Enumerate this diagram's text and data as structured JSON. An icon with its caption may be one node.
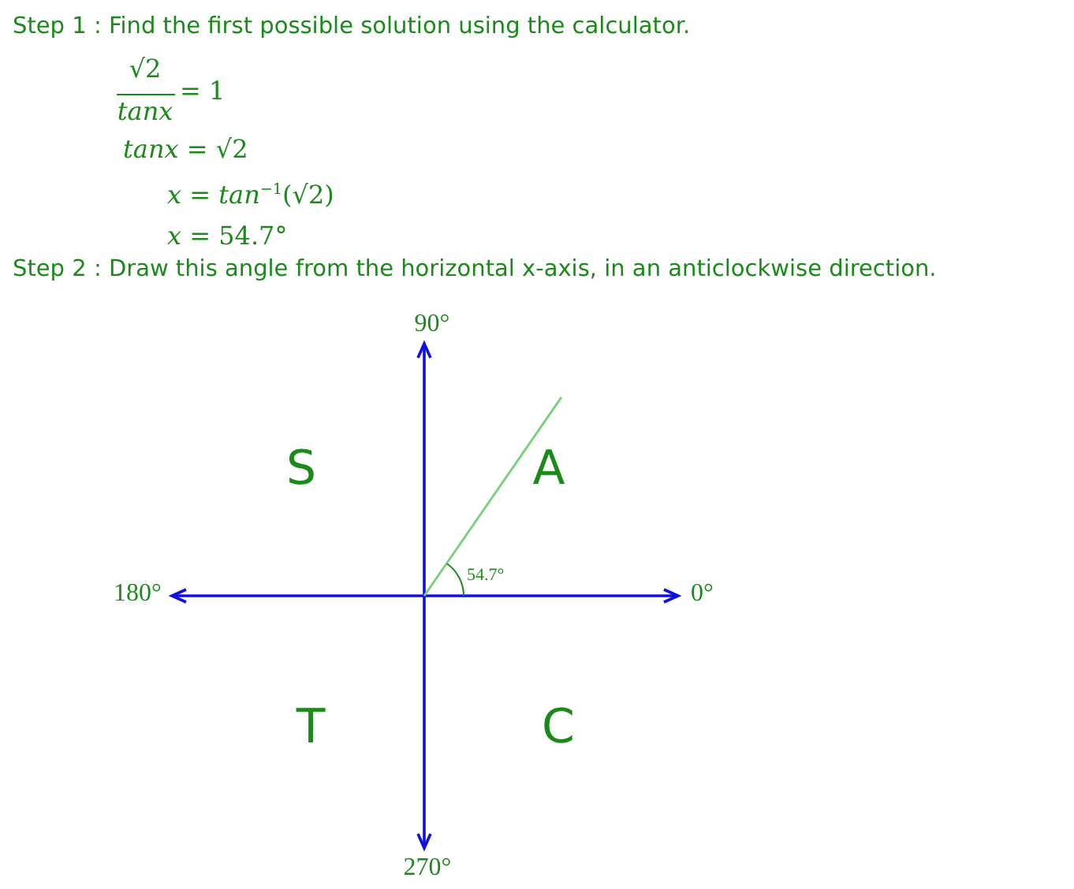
{
  "diagram": {
    "labels": [
      "Step 1 : Find the first possible solution using the calculator.",
      "√2",
      "*tanx*",
      "= 1",
      "*tanx* = √2",
      "*x* = *tan*$^{−1}$(√2)",
      "*x* = 54.7°",
      "Step 2 : Draw this angle from the horizontal x-axis, in an anticlockwise direction.",
      "90°",
      "S",
      "A",
      "54.7°",
      "180°",
      "0°",
      "T",
      "C",
      "270°"
    ]
  }
}
